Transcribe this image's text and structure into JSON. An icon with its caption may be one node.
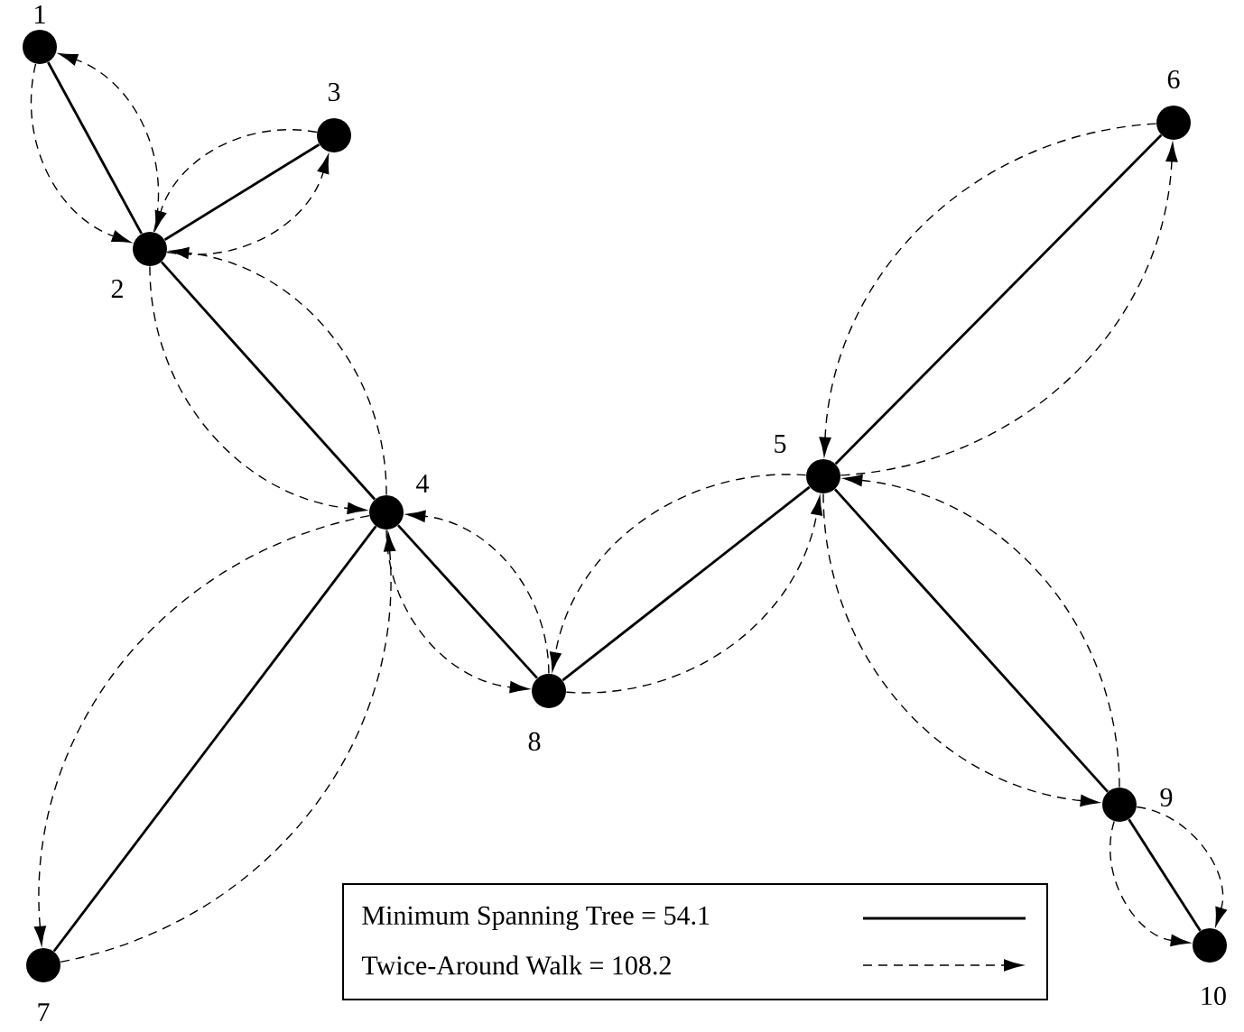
{
  "diagram": {
    "nodes": [
      {
        "text": [],
        "shape": "circle",
        "beside": [
          "1"
        ]
      },
      {
        "text": [],
        "shape": "circle",
        "beside": [
          "2"
        ]
      },
      {
        "text": [],
        "shape": "circle",
        "beside": [
          "3"
        ]
      },
      {
        "text": [],
        "shape": "circle",
        "beside": [
          "4"
        ]
      },
      {
        "text": [],
        "shape": "circle",
        "beside": [
          "5"
        ]
      },
      {
        "text": [],
        "shape": "circle",
        "beside": [
          "6"
        ]
      },
      {
        "text": [],
        "shape": "circle",
        "beside": [
          "7"
        ]
      },
      {
        "text": [],
        "shape": "circle",
        "beside": [
          "8"
        ]
      },
      {
        "text": [],
        "shape": "circle",
        "beside": [
          "9"
        ]
      },
      {
        "text": [],
        "shape": "circle",
        "beside": [
          "10"
        ]
      }
    ],
    "edges": [
      {
        "from": 0,
        "to": 1,
        "arrow": "none"
      },
      {
        "from": 1,
        "to": 2,
        "arrow": "none"
      },
      {
        "from": 1,
        "to": 3,
        "arrow": "none"
      },
      {
        "from": 3,
        "to": 6,
        "arrow": "none"
      },
      {
        "from": 3,
        "to": 7,
        "arrow": "none"
      },
      {
        "from": 7,
        "to": 4,
        "arrow": "none"
      },
      {
        "from": 4,
        "to": 5,
        "arrow": "none"
      },
      {
        "from": 4,
        "to": 8,
        "arrow": "none"
      },
      {
        "from": 8,
        "to": 9,
        "arrow": "none"
      },
      {
        "from": 0,
        "to": 1,
        "arrow": "to",
        "style": "dashed"
      },
      {
        "from": 1,
        "to": 2,
        "arrow": "to",
        "style": "dashed"
      },
      {
        "from": 2,
        "to": 1,
        "arrow": "to",
        "style": "dashed"
      },
      {
        "from": 1,
        "to": 3,
        "arrow": "to",
        "style": "dashed"
      },
      {
        "from": 3,
        "to": 6,
        "arrow": "to",
        "style": "dashed"
      },
      {
        "from": 6,
        "to": 3,
        "arrow": "to",
        "style": "dashed"
      },
      {
        "from": 3,
        "to": 7,
        "arrow": "to",
        "style": "dashed"
      },
      {
        "from": 7,
        "to": 4,
        "arrow": "to",
        "style": "dashed"
      },
      {
        "from": 4,
        "to": 5,
        "arrow": "to",
        "style": "dashed"
      },
      {
        "from": 5,
        "to": 4,
        "arrow": "to",
        "style": "dashed"
      },
      {
        "from": 4,
        "to": 8,
        "arrow": "to",
        "style": "dashed"
      },
      {
        "from": 8,
        "to": 9,
        "arrow": "to",
        "style": "dashed"
      },
      {
        "from": 8,
        "to": 9,
        "arrow": "to",
        "style": "dashed"
      },
      {
        "from": 8,
        "to": 4,
        "arrow": "to",
        "style": "dashed"
      },
      {
        "from": 4,
        "to": 7,
        "arrow": "to",
        "style": "dashed"
      },
      {
        "from": 7,
        "to": 3,
        "arrow": "to",
        "style": "dashed"
      },
      {
        "from": 3,
        "to": 1,
        "arrow": "to",
        "style": "dashed"
      },
      {
        "from": 1,
        "to": 0,
        "arrow": "to",
        "style": "dashed"
      }
    ],
    "legend": [
      {
        "text": "Minimum Spanning Tree = 54.1"
      },
      {
        "text": "Twice-Around Walk = 108.2"
      }
    ]
  }
}
